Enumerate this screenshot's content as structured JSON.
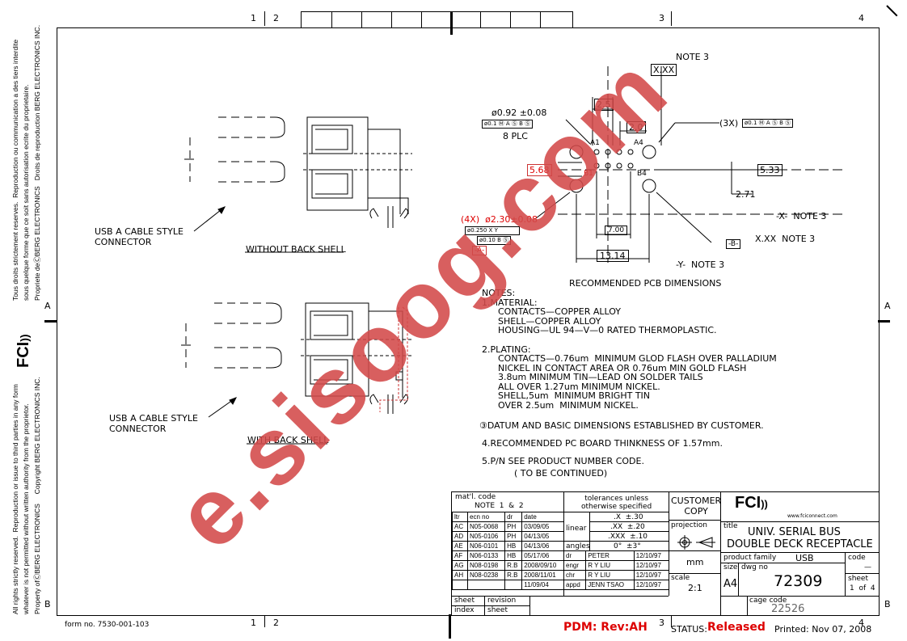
{
  "sheet": {
    "columns_top": [
      "1",
      "2",
      "3",
      "4"
    ],
    "row_labels": [
      "A",
      "A",
      "B",
      "B"
    ],
    "form_no": "form no. 7530-001-103"
  },
  "left_margin": {
    "notice_fr_1": "Tous droits strictement reserves.  Reproduction ou communication a des tiers interdite",
    "notice_fr_2": "sous quelque forme que ce soit sans autorisation ecrite du proprietaire.",
    "notice_fr_3": "Propriete deⒸBERG ELECTRONICS   Droits de reproduction BERG ELECTRONICS INC.",
    "notice_en_1": "All rights strictly reserved.  Reproduction or issue to third parties in any form",
    "notice_en_2": "whatever is not permitted without written authority from the proprietor.",
    "notice_en_3": "Property ofⒸBERG ELECTRONICS     Copyright BERG ELECTRONICS INC.",
    "logo": "FCI"
  },
  "drawing": {
    "label_cable_1": "USB A CABLE STYLE\nCONNECTOR",
    "label_view_1": "WITHOUT BACK SHELL",
    "label_cable_2": "USB A CABLE STYLE\nCONNECTOR",
    "label_view_2": "WITH BACK SHELL",
    "pcb_title": "RECOMMENDED PCB DIMENSIONS",
    "dims": {
      "note3_top": "NOTE 3",
      "xx_top": "X.XX",
      "d092": "ø0.92 ±0.08",
      "d25": "2.5",
      "d20": "2.0",
      "plc": "8 PLC",
      "gdt1": "ø0.1 Ⓜ A Ⓢ B Ⓢ",
      "gdt3x": "(3X)",
      "gdt3x_frame": "ø0.1 Ⓜ A Ⓢ B Ⓢ",
      "a1": "A1",
      "a4": "A4",
      "b1": "B1",
      "b4": "B4",
      "d568": "5.68",
      "d533": "5.33",
      "d271": "2.71",
      "d4x": "(4X)  ø2.30±0.08",
      "gdt_a": "ø0.250 X Y",
      "gdt_b": "ø0.10 B Ⓢ",
      "datum_a": "-A-",
      "d700": "7.00",
      "d1314": "13.14",
      "x_note": "-X-  NOTE 3",
      "b_datum": "-B-",
      "xx_note": "X.XX  NOTE 3",
      "y_note": "-Y-  NOTE 3"
    }
  },
  "notes": {
    "heading": "NOTES:",
    "n1": "1.MATERIAL:",
    "n1a": "CONTACTS—COPPER ALLOY",
    "n1b": "SHELL—COPPER ALLOY",
    "n1c": "HOUSING—UL 94—V—0 RATED THERMOPLASTIC.",
    "n2": "2.PLATING:",
    "n2a": "CONTACTS—0.76um  MINIMUM GLOD FLASH OVER PALLADIUM",
    "n2b": "NICKEL IN CONTACT AREA OR 0.76um MIN GOLD FLASH",
    "n2c": "3.8um MINIMUM TIN—LEAD ON SOLDER TAILS",
    "n2d": "ALL OVER 1.27um MINIMUM NICKEL.",
    "n2e": "SHELL,5um  MINIMUM BRIGHT TIN",
    "n2f": "OVER 2.5um  MINIMUM NICKEL.",
    "n3": "③DATUM AND BASIC DIMENSIONS ESTABLISHED BY CUSTOMER.",
    "n4": "4.RECOMMENDED PC BOARD THINKNESS OF 1.57mm.",
    "n5": "5.P/N SEE PRODUCT NUMBER CODE.",
    "n5a": "( TO BE CONTINUED)"
  },
  "title_block": {
    "matl_code": "mat'l. code",
    "note12": "NOTE  1  &  2",
    "rev_headers": [
      "ltr",
      "ecn no",
      "dr",
      "date"
    ],
    "revisions": [
      [
        "AC",
        "N05-0068",
        "PH",
        "03/09/05"
      ],
      [
        "AD",
        "N05-0106",
        "PH",
        "04/13/05"
      ],
      [
        "AE",
        "N06-0101",
        "HB",
        "04/13/06"
      ],
      [
        "AF",
        "N06-0133",
        "HB",
        "05/17/06"
      ],
      [
        "AG",
        "N08-0198",
        "R.B",
        "2008/09/10"
      ],
      [
        "AH",
        "N08-0238",
        "R.B",
        "2008/11/01"
      ],
      [
        "",
        "",
        "",
        "11/09/04"
      ]
    ],
    "tolerances": "tolerances unless\notherwise specified",
    "linear": "linear",
    "tol_x": ".X  ±.30",
    "tol_xx": ".XX  ±.20",
    "tol_xxx": ".XXX  ±.10",
    "angles": "angles",
    "tol_ang": "0°  ±3°",
    "people": [
      [
        "dr",
        "PETER",
        "12/10/97"
      ],
      [
        "engr",
        "R Y LIU",
        "12/10/97"
      ],
      [
        "chr",
        "R Y LIU",
        "12/10/97"
      ],
      [
        "appd",
        "JENN TSAO",
        "12/10/97"
      ]
    ],
    "customer_copy": "CUSTOMER\nCOPY",
    "projection": "projection",
    "mm": "mm",
    "scale_label": "scale",
    "scale": "2:1",
    "logo": "FCI",
    "url": "www.fciconnect.com",
    "title_label": "title",
    "title_1": "UNIV. SERIAL BUS",
    "title_2": "DOUBLE DECK RECEPTACLE",
    "product_family_label": "product family",
    "product_family": "USB",
    "code_label": "code",
    "code": "—",
    "size_label": "size",
    "dwg_no_label": "dwg no",
    "size": "A4",
    "dwg_no": "72309",
    "sheet_label": "sheet",
    "sheet": "1  of  4",
    "sheet_rev_a": "sheet",
    "sheet_rev_b": "revision",
    "sheet_rev_c": "index",
    "sheet_rev_d": "sheet",
    "cage_code_label": "cage code",
    "cage_code": "22526"
  },
  "footer": {
    "pdm": "PDM: Rev:AH",
    "status_label": "STATUS:",
    "status": "Released",
    "printed": "Printed: Nov 07, 2008"
  },
  "watermark": "e.sisoog.com"
}
